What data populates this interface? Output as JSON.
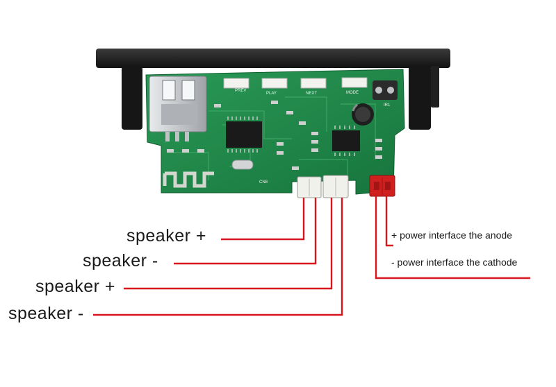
{
  "labels": {
    "speaker_1": "speaker +",
    "speaker_2": "speaker -",
    "speaker_3": "speaker +",
    "speaker_4": "speaker -",
    "power_anode": "+ power interface the anode",
    "power_cathode": "- power interface the cathode"
  },
  "board_silkscreen": {
    "header_1": "PREV",
    "header_2": "PLAY",
    "header_3": "NEXT",
    "header_4": "MODE",
    "ir": "IR1",
    "cn8": "CN8"
  },
  "colors": {
    "wire": "#d8141c",
    "pcb": "#1f8a4a",
    "chassis": "#1b1b1b",
    "usb": "#c9ccd0",
    "connector_white": "#f1f1ec",
    "connector_red": "#d01f1f"
  }
}
